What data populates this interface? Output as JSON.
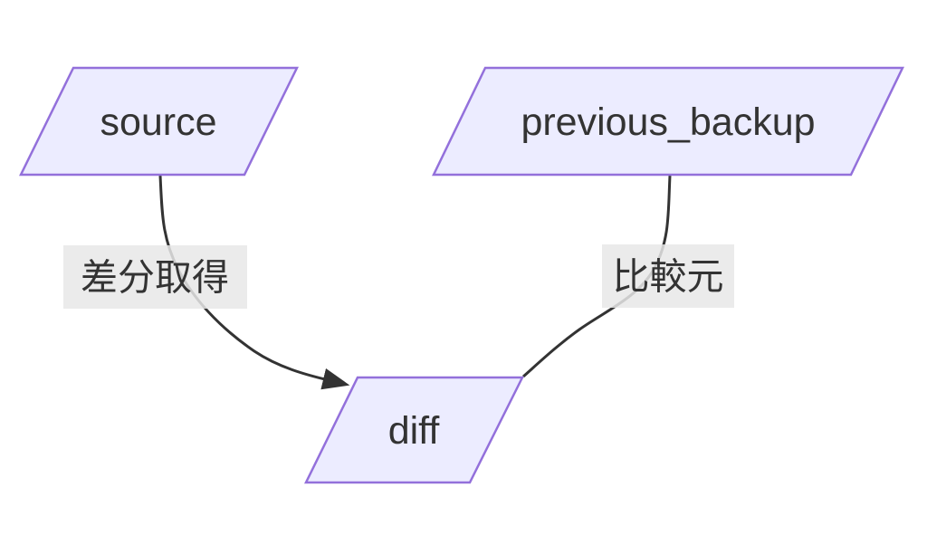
{
  "diagram": {
    "type": "flowchart",
    "direction": "top-down",
    "nodes": [
      {
        "id": "source",
        "label": "source",
        "shape": "parallelogram"
      },
      {
        "id": "previous_backup",
        "label": "previous_backup",
        "shape": "parallelogram"
      },
      {
        "id": "diff",
        "label": "diff",
        "shape": "parallelogram"
      }
    ],
    "edges": [
      {
        "from": "source",
        "to": "diff",
        "label": "差分取得",
        "arrowhead": true
      },
      {
        "from": "previous_backup",
        "to": "diff",
        "label": "比較元",
        "arrowhead": false
      }
    ],
    "colors": {
      "node_fill": "#ECECFF",
      "node_border": "#9370DB",
      "edge_line": "#333333",
      "edge_label_bg": "#e8e8e8",
      "text": "#333333",
      "background": "#ffffff"
    }
  }
}
